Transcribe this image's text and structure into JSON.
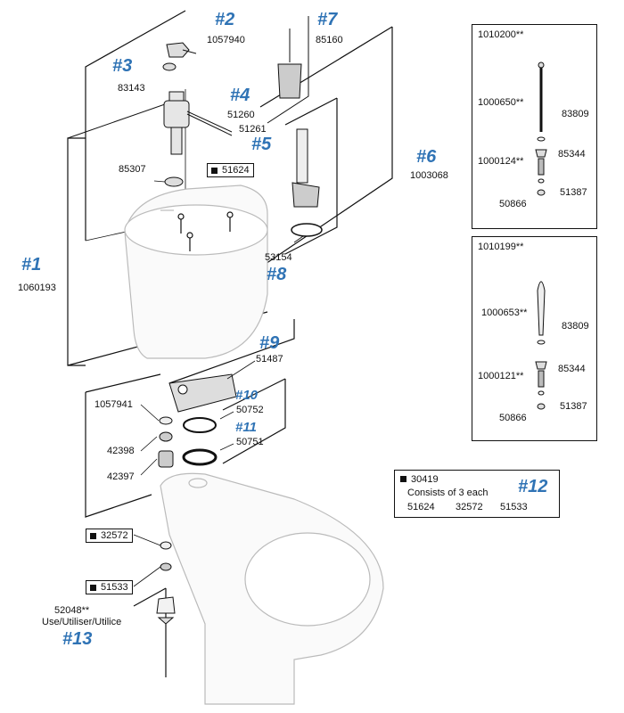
{
  "callouts": {
    "c1": {
      "id": "#1",
      "part": "1060193"
    },
    "c2": {
      "id": "#2",
      "part": "1057940"
    },
    "c3": {
      "id": "#3",
      "part": "83143"
    },
    "c4": {
      "id": "#4",
      "part": "51260"
    },
    "c5": {
      "id": "#5",
      "part": "51261"
    },
    "c6": {
      "id": "#6",
      "part": "1003068"
    },
    "c7": {
      "id": "#7",
      "part": "85160"
    },
    "c8": {
      "id": "#8",
      "part": "53154"
    },
    "c9": {
      "id": "#9",
      "part": "51487"
    },
    "c10": {
      "id": "#10",
      "part": "50752"
    },
    "c11": {
      "id": "#11",
      "part": "50751"
    },
    "c12": {
      "id": "#12"
    },
    "c13": {
      "id": "#13",
      "part": "52048**",
      "note": "Use/Utiliser/Utilice"
    }
  },
  "parts": {
    "p85307": "85307",
    "p1057941": "1057941",
    "p42398": "42398",
    "p42397": "42397"
  },
  "tags": {
    "t51624": "51624",
    "t32572": "32572",
    "t51533": "51533"
  },
  "kit": {
    "number": "30419",
    "desc": "Consists of 3 each",
    "items": [
      "51624",
      "32572",
      "51533"
    ]
  },
  "box_a": {
    "title": "1010200**",
    "rod": "1000650**",
    "washer": "83809",
    "seal": "1000124**",
    "cap": "85344",
    "spacer": "51387",
    "nut": "50866"
  },
  "box_b": {
    "title": "1010199**",
    "rod": "1000653**",
    "washer": "83809",
    "seal": "1000121**",
    "cap": "85344",
    "spacer": "51387",
    "nut": "50866"
  }
}
